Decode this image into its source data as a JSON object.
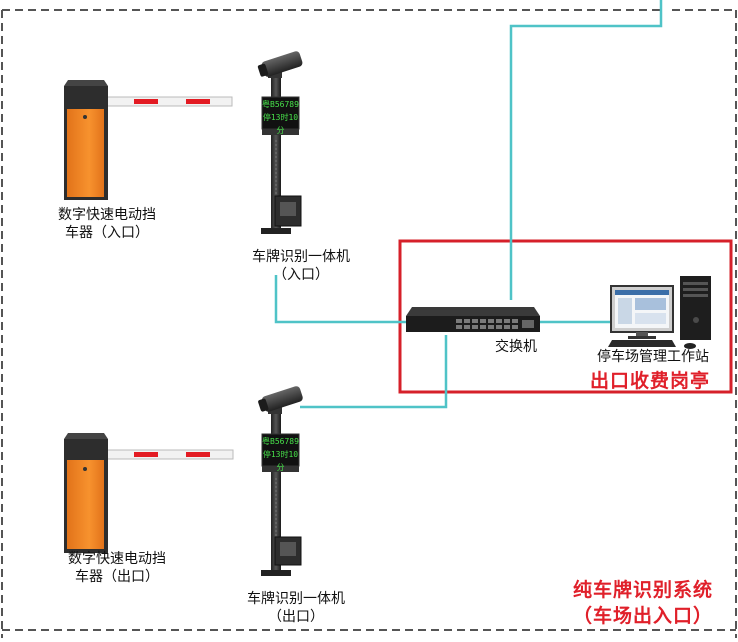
{
  "entry_barrier": {
    "line1": "数字快速电动挡",
    "line2": "车器（入口）"
  },
  "entry_camera": {
    "line1": "车牌识别一体机",
    "line2": "（入口）",
    "display_line1": "粤B56789",
    "display_line2": "停13时10分"
  },
  "exit_barrier": {
    "line1": "数字快速电动挡",
    "line2": "车器（出口）"
  },
  "exit_camera": {
    "line1": "车牌识别一体机",
    "line2": "（出口）",
    "display_line1": "粤B56789",
    "display_line2": "停13时10分"
  },
  "switch": {
    "label": "交换机"
  },
  "workstation": {
    "label": "停车场管理工作站"
  },
  "booth": {
    "label": "出口收费岗亭"
  },
  "system": {
    "line1": "纯车牌识别系统",
    "line2": "（车场出入口）"
  },
  "colors": {
    "cable": "#4fc3c7",
    "booth_border": "#d6202a",
    "system_text": "#e0202a",
    "barrier_orange": "#f5892a",
    "boundary": "#555555"
  }
}
